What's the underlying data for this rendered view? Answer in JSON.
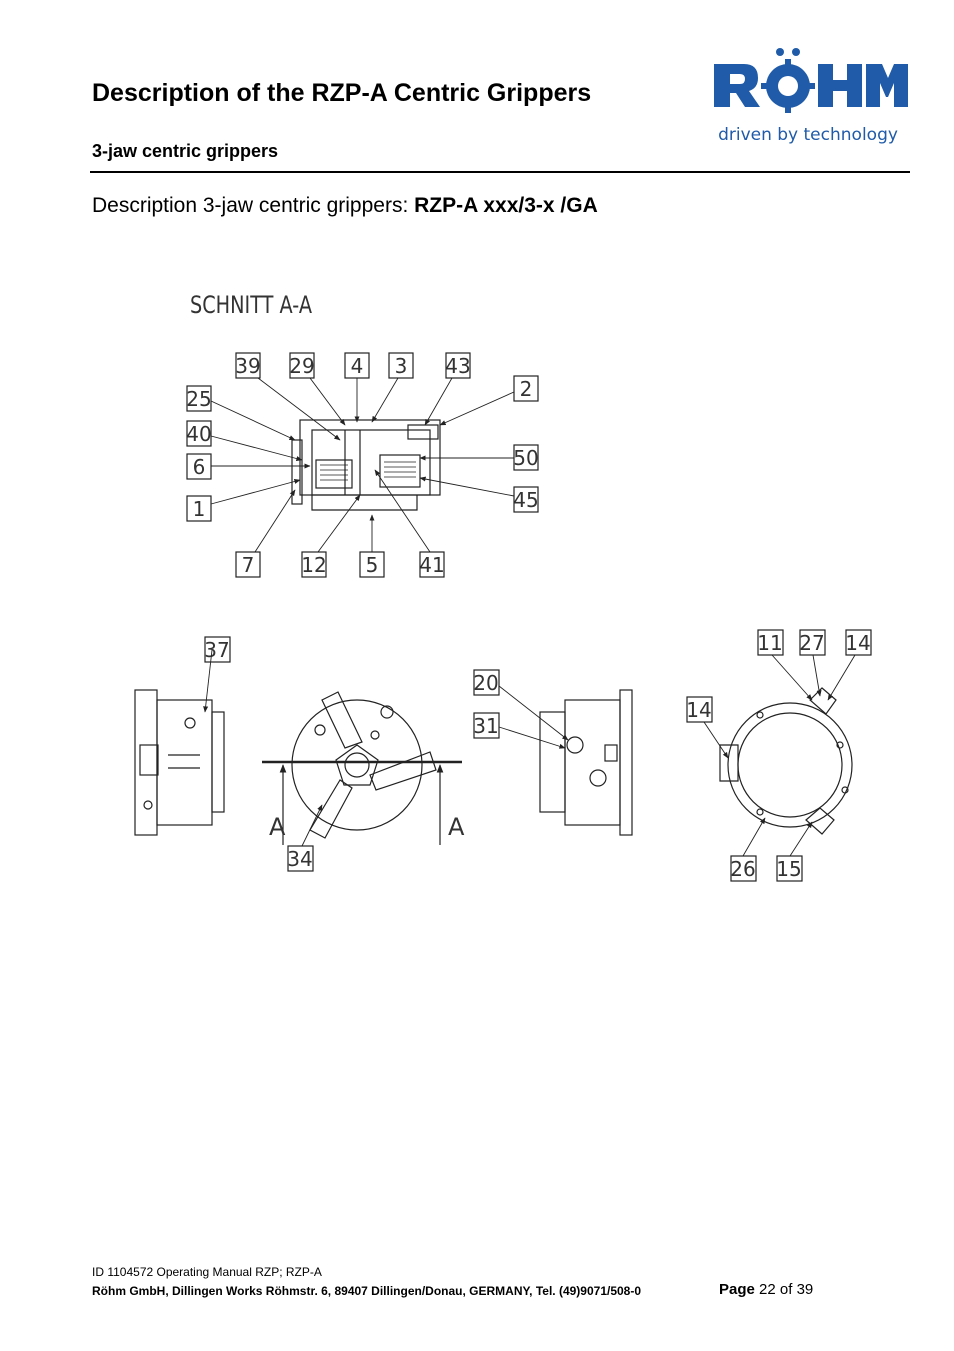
{
  "header": {
    "title": "Description of the RZP-A Centric Grippers",
    "subtitle": "3-jaw centric grippers"
  },
  "logo": {
    "brand": "RÖHM",
    "tagline": "driven by technology",
    "brand_color": "#1f5ba8"
  },
  "description": {
    "prefix": "Description  3-jaw centric grippers: ",
    "model": "RZP-A xxx/3-x /GA"
  },
  "drawing": {
    "section_label": "SCHNITT A-A",
    "section_marker": "A",
    "section_callouts": [
      "39",
      "29",
      "4",
      "3",
      "43",
      "2",
      "25",
      "40",
      "6",
      "1",
      "50",
      "45",
      "7",
      "12",
      "5",
      "41"
    ],
    "view_callouts": [
      "37",
      "20",
      "31",
      "34",
      "11",
      "27",
      "14",
      "14",
      "26",
      "15"
    ]
  },
  "footer": {
    "doc_id": "ID 1104572 Operating Manual RZP; RZP-A",
    "company": "Röhm GmbH, Dillingen Works Röhmstr. 6, 89407 Dillingen/Donau, GERMANY, Tel. (49)9071/508-0",
    "page_word": "Page",
    "page_number": "22",
    "page_of": "of",
    "page_total": "39"
  }
}
